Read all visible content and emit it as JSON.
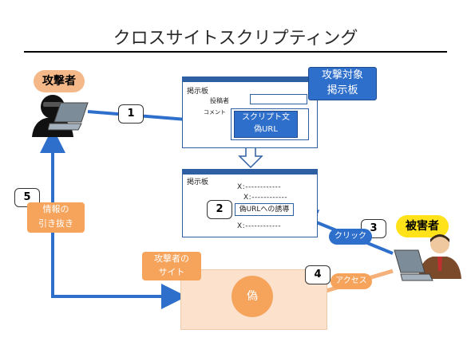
{
  "title": "クロスサイトスクリプティング",
  "attacker": {
    "label": "攻撃者"
  },
  "victim": {
    "label": "被害者"
  },
  "target_board": {
    "badge": "攻撃対象\n掲示板"
  },
  "board1": {
    "header": "掲示板",
    "poster_label": "投稿者",
    "comment_label": "コメント",
    "script_box": "スクリプト文\n偽URL"
  },
  "board2": {
    "header": "掲示板",
    "lines": [
      "X:------------",
      "X:------------",
      "X:------------"
    ],
    "lure": "偽URLへの誘導"
  },
  "attacker_site": {
    "label": "攻撃者の\nサイト",
    "fake": "偽"
  },
  "steps": {
    "s1": "1",
    "s2": "2",
    "s3": "3",
    "s4": "4",
    "s5": "5",
    "click": "クリック",
    "access": "アクセス",
    "extract": "情報の\n引き抜き"
  }
}
